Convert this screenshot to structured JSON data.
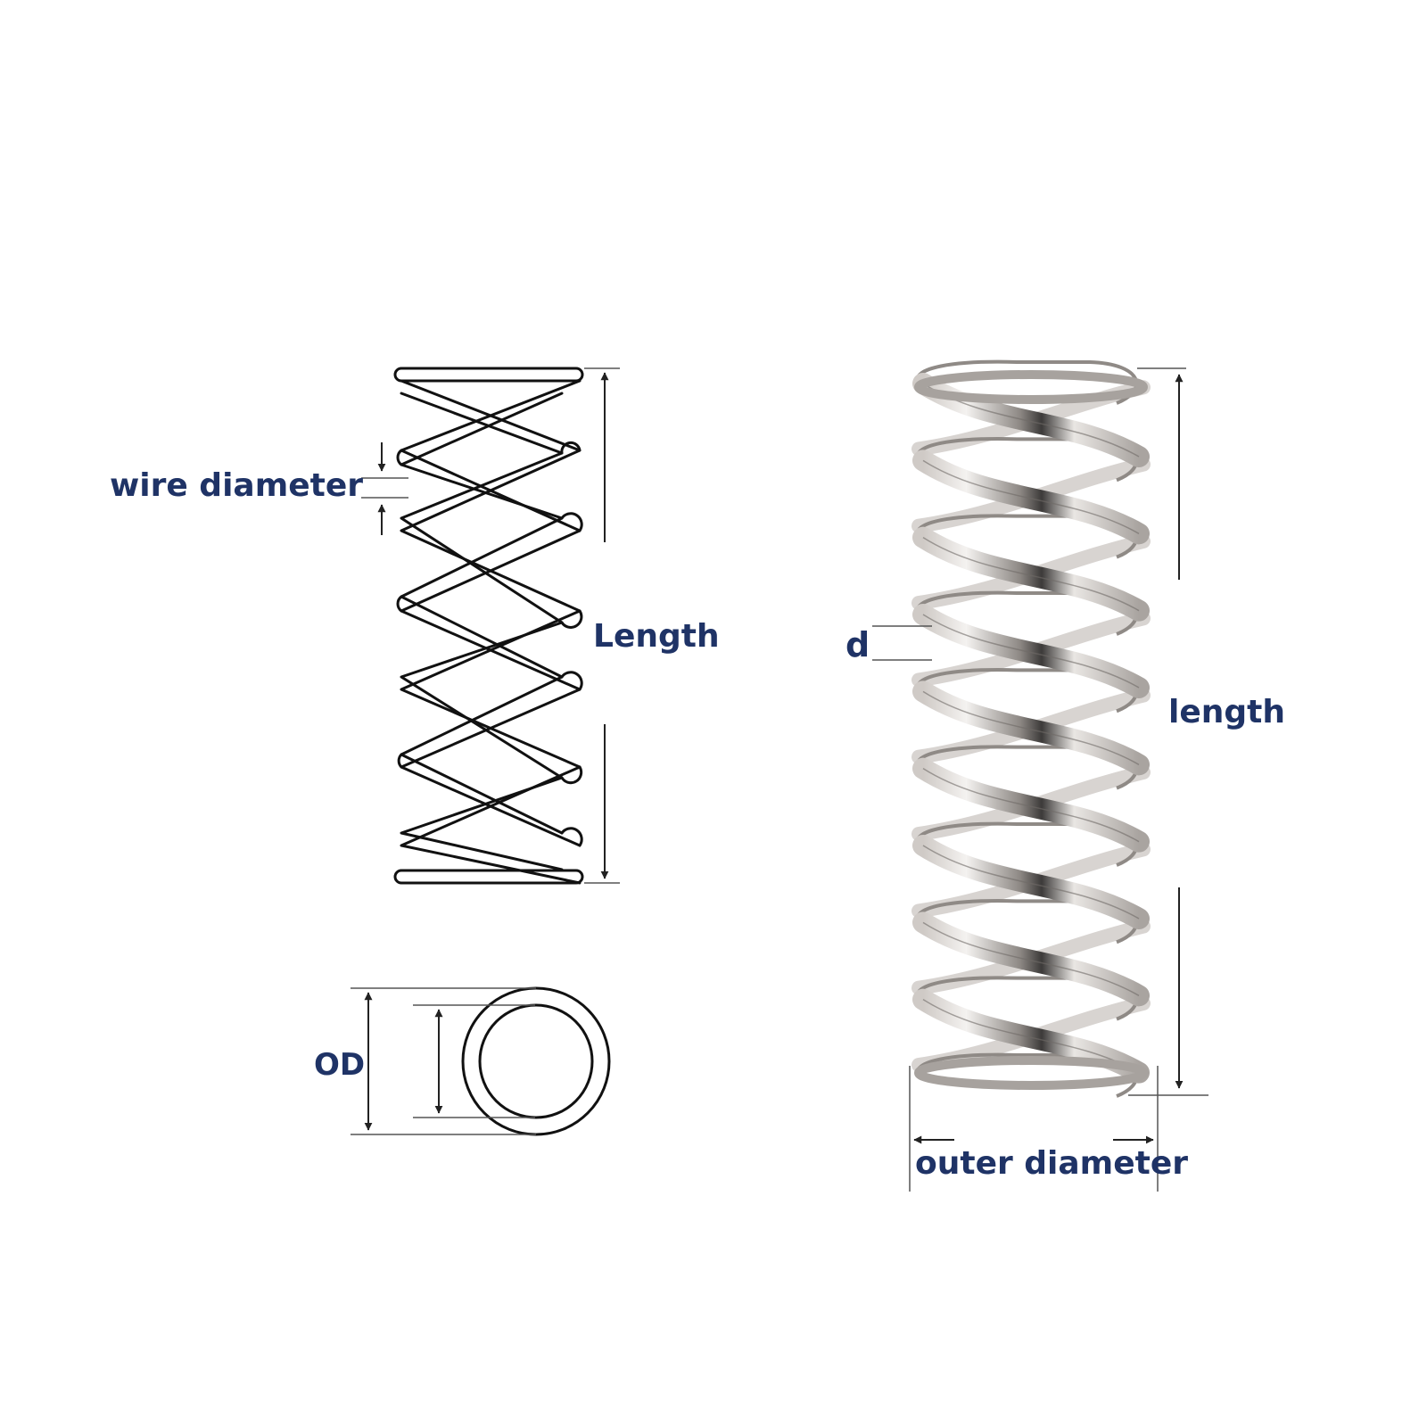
{
  "labels": {
    "wire_diameter": "wire diameter",
    "length_left": "Length",
    "od": "OD",
    "d": "d",
    "length_right": "length",
    "outer_diameter": "outer diameter"
  },
  "colors": {
    "label_text": "#1f3366",
    "line_art": "#111111",
    "dimension_line": "#555555",
    "spring_metal": "#b9b4b0"
  }
}
